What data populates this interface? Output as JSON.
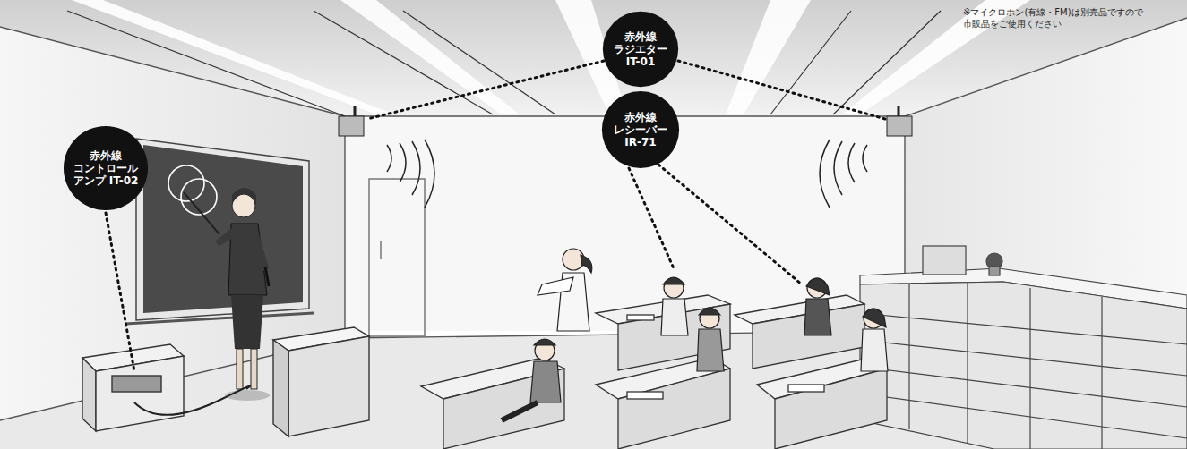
{
  "diagram": {
    "nodes": [
      {
        "text": [
          "赤外線 ラジエター IT-01"
        ]
      },
      {
        "text": [
          "赤外線 レシーバー IR-71"
        ]
      },
      {
        "text": [
          "赤外線 コントロール アンプ IT-02"
        ]
      }
    ],
    "labels": [
      "※マイクロホン(有線・FM)は別売品ですので 市販品をご使用ください"
    ]
  }
}
